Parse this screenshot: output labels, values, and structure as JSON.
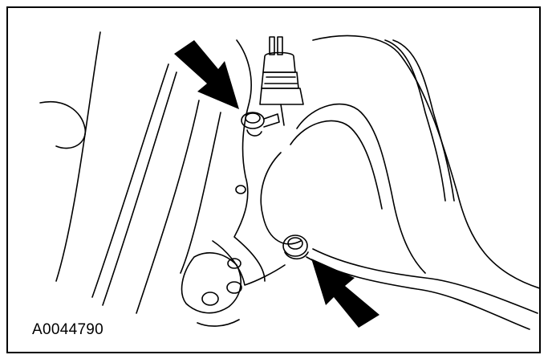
{
  "figure": {
    "id_label": "A0044790",
    "stroke_color": "#000000",
    "background_color": "#ffffff",
    "callout_arrows": 2,
    "callouts_point_to": [
      "upper-bolt",
      "lower-bolt"
    ]
  }
}
